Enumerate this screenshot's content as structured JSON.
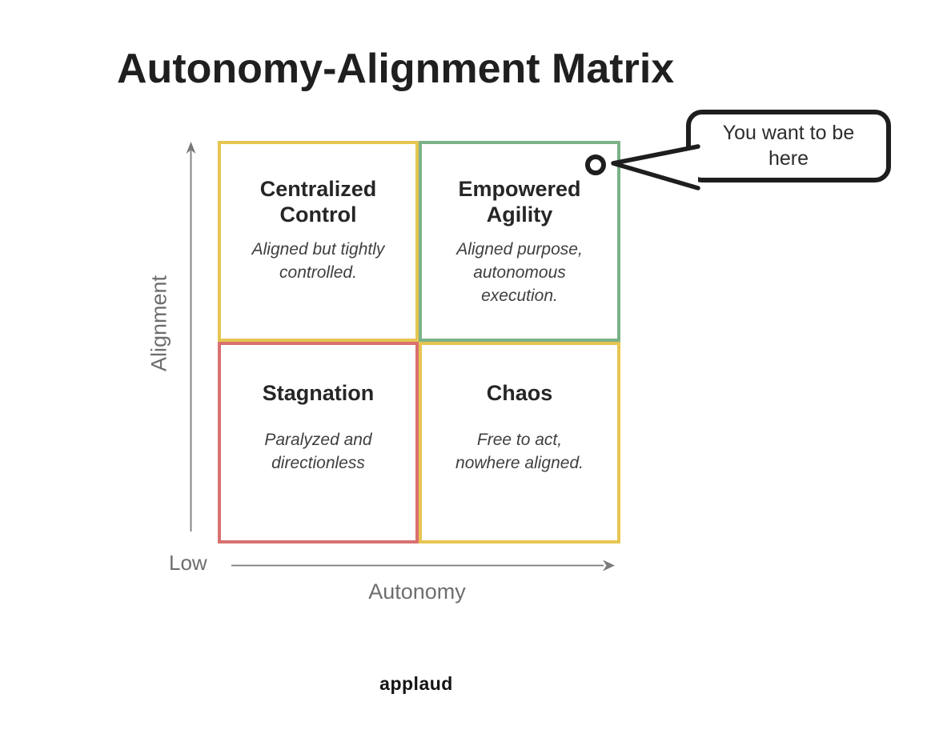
{
  "title": "Autonomy-Alignment Matrix",
  "colors": {
    "quadrant_yellow": "#E6C552",
    "quadrant_green": "#7CB287",
    "quadrant_red": "#D97070",
    "axis_gray": "#7A7A7A",
    "ink": "#1E1E1E"
  },
  "axes": {
    "y_label": "Alignment",
    "x_label": "Autonomy",
    "origin_label": "Low"
  },
  "quadrants": [
    {
      "id": "centralized-control",
      "title": "Centralized\nControl",
      "description": "Aligned but tightly\ncontrolled.",
      "color": "#E6C552"
    },
    {
      "id": "empowered-agility",
      "title": "Empowered\nAgility",
      "description": "Aligned purpose,\nautonomous\nexecution.",
      "color": "#7CB287"
    },
    {
      "id": "stagnation",
      "title": "Stagnation",
      "description": "Paralyzed and\ndirectionless",
      "color": "#D97070"
    },
    {
      "id": "chaos",
      "title": "Chaos",
      "description": "Free to act,\nnowhere aligned.",
      "color": "#E6C552"
    }
  ],
  "callout": {
    "text": "You want to be\nhere"
  },
  "footer": {
    "logo": "applaud"
  }
}
